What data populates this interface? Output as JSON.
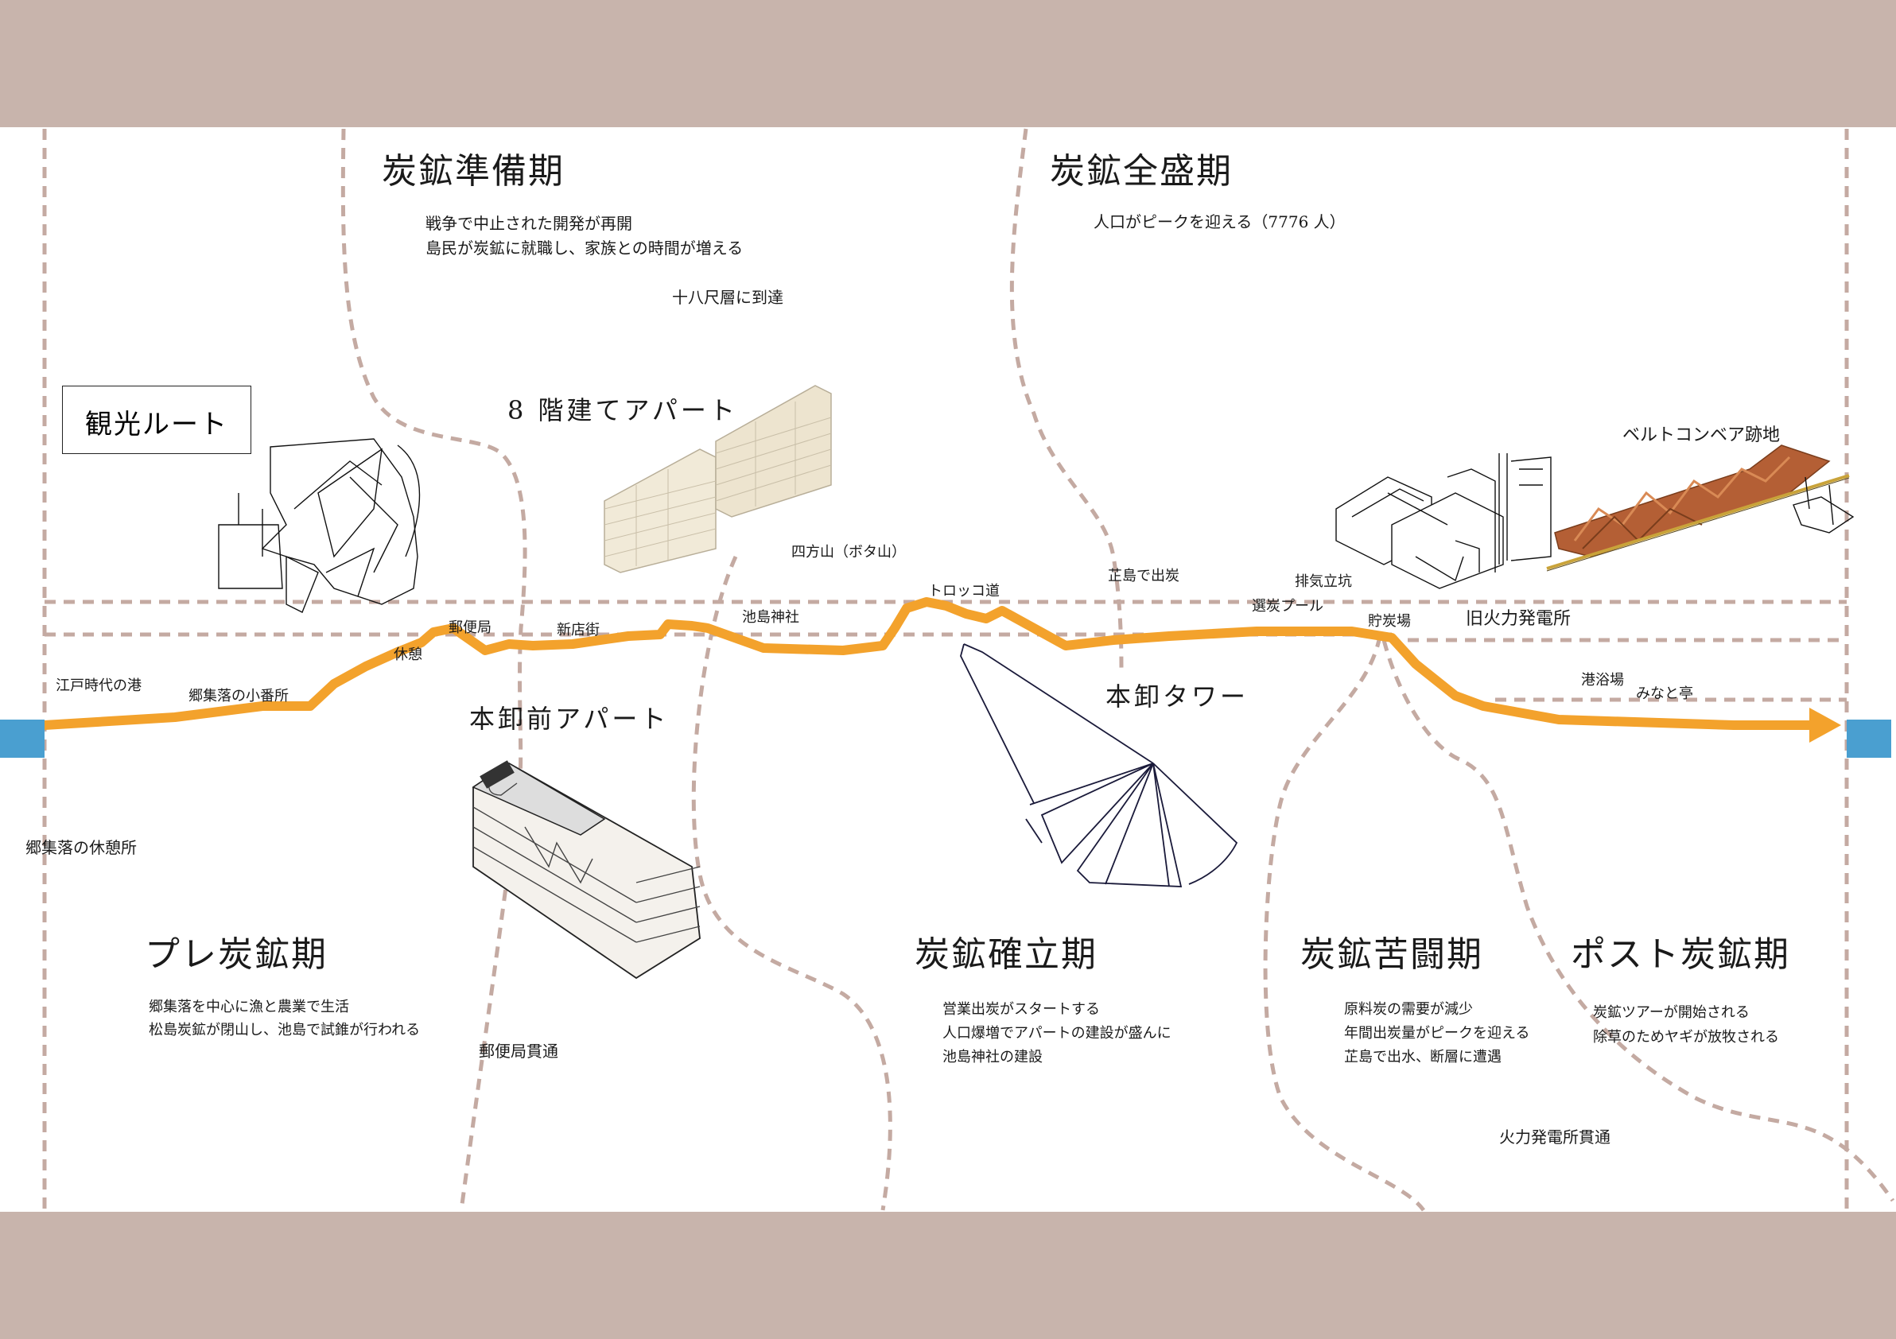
{
  "colors": {
    "band": "#c8b4ac",
    "route": "#f3a22c",
    "boundary": "#c4aaa2",
    "endcap": "#4a9fd0"
  },
  "legend": {
    "label": "観光ルート"
  },
  "periods": {
    "prep": {
      "title": "炭鉱準備期",
      "lines": [
        "戦争で中止された開発が再開",
        "島民が炭鉱に就職し、家族との時間が増える",
        "十八尺層に到達"
      ]
    },
    "peak": {
      "title": "炭鉱全盛期",
      "lines": [
        "人口がピークを迎える（7776 人）"
      ]
    },
    "pre": {
      "title": "プレ炭鉱期",
      "lines": [
        "郷集落を中心に漁と農業で生活",
        "松島炭鉱が閉山し、池島で試錐が行われる"
      ]
    },
    "established": {
      "title": "炭鉱確立期",
      "lines": [
        "営業出炭がスタートする",
        "人口爆増でアパートの建設が盛んに",
        "池島神社の建設"
      ]
    },
    "struggle": {
      "title": "炭鉱苦闘期",
      "lines": [
        "原料炭の需要が減少",
        "年間出炭量がピークを迎える",
        "芷島で出水、断層に遭遇"
      ]
    },
    "post": {
      "title": "ポスト炭鉱期",
      "lines": [
        "炭鉱ツアーが開始される",
        "除草のためヤギが放牧される"
      ]
    }
  },
  "buildings": {
    "apartment8": "8 階建てアパート",
    "honoroshimae": "本卸前アパート",
    "tower": "本卸タワー",
    "conveyor": "ベルトコンベア跡地",
    "powerplant": "旧火力発電所"
  },
  "stops": {
    "edo_port": "江戸時代の港",
    "police_box": "郷集落の小番所",
    "rest": "休憩",
    "post_office": "郵便局",
    "shopping_street": "新店街",
    "shrine": "池島神社",
    "botayama": "四方山（ボタ山）",
    "trolley": "トロッコ道",
    "coal_out": "芷島で出炭",
    "exhaust_shaft": "排気立坑",
    "sorting_pool": "選炭プール",
    "coal_storage": "貯炭場",
    "bath": "港浴場",
    "minatotei": "みなと亭",
    "rest_house": "郷集落の休憩所"
  },
  "passages": {
    "post_office": "郵便局貫通",
    "power_plant": "火力発電所貫通"
  }
}
